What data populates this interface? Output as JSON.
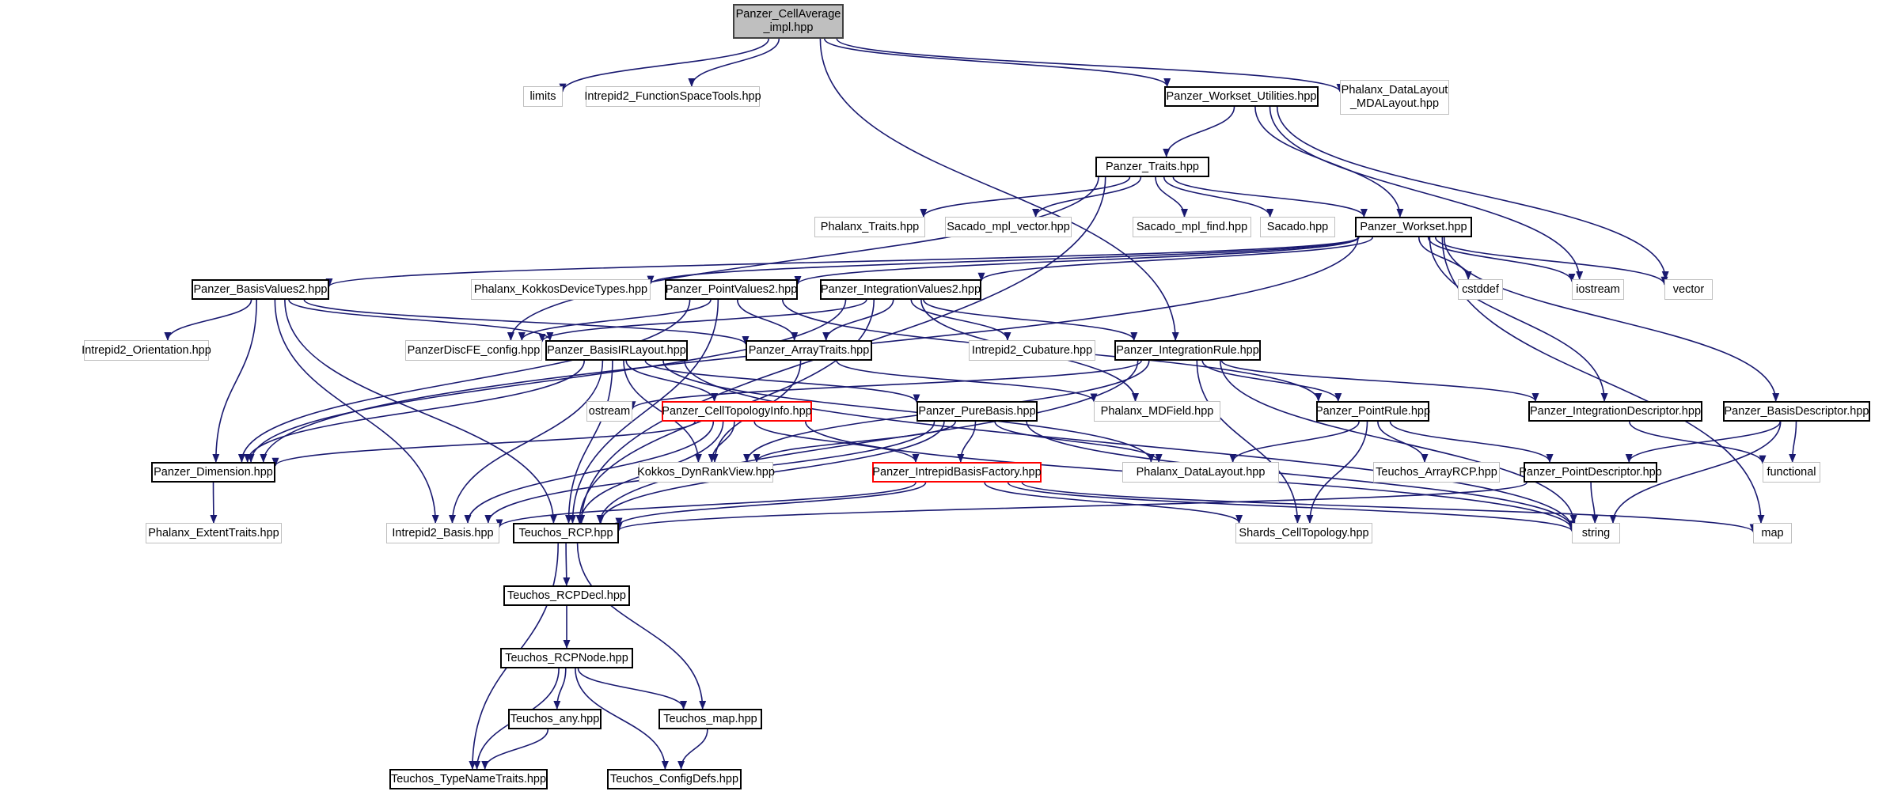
{
  "colors": {
    "edge": "#191970",
    "documented_border": "#000000",
    "undocumented_border": "#bfbfbf",
    "truncated_border": "#ff0000",
    "root_fill": "#bfbfbf"
  },
  "nodes": [
    {
      "id": "root",
      "label": "Panzer_CellAverage\n_impl.hpp",
      "kind": "root"
    },
    {
      "id": "limits",
      "label": "limits",
      "kind": "undocumented"
    },
    {
      "id": "fst",
      "label": "Intrepid2_FunctionSpaceTools.hpp",
      "kind": "undocumented"
    },
    {
      "id": "wsu",
      "label": "Panzer_Workset_Utilities.hpp",
      "kind": "documented"
    },
    {
      "id": "mdalayout",
      "label": "Phalanx_DataLayout\n_MDALayout.hpp",
      "kind": "undocumented"
    },
    {
      "id": "traits",
      "label": "Panzer_Traits.hpp",
      "kind": "documented"
    },
    {
      "id": "phtraits",
      "label": "Phalanx_Traits.hpp",
      "kind": "undocumented"
    },
    {
      "id": "smplvec",
      "label": "Sacado_mpl_vector.hpp",
      "kind": "undocumented"
    },
    {
      "id": "smplfind",
      "label": "Sacado_mpl_find.hpp",
      "kind": "undocumented"
    },
    {
      "id": "sacado",
      "label": "Sacado.hpp",
      "kind": "undocumented"
    },
    {
      "id": "workset",
      "label": "Panzer_Workset.hpp",
      "kind": "documented"
    },
    {
      "id": "kdt",
      "label": "Phalanx_KokkosDeviceTypes.hpp",
      "kind": "undocumented"
    },
    {
      "id": "cstddef",
      "label": "cstddef",
      "kind": "undocumented"
    },
    {
      "id": "iostream",
      "label": "iostream",
      "kind": "undocumented"
    },
    {
      "id": "vector",
      "label": "vector",
      "kind": "undocumented"
    },
    {
      "id": "bv2",
      "label": "Panzer_BasisValues2.hpp",
      "kind": "documented"
    },
    {
      "id": "pv2",
      "label": "Panzer_PointValues2.hpp",
      "kind": "documented"
    },
    {
      "id": "iv2",
      "label": "Panzer_IntegrationValues2.hpp",
      "kind": "documented"
    },
    {
      "id": "orient",
      "label": "Intrepid2_Orientation.hpp",
      "kind": "undocumented"
    },
    {
      "id": "discfe",
      "label": "PanzerDiscFE_config.hpp",
      "kind": "undocumented"
    },
    {
      "id": "birl",
      "label": "Panzer_BasisIRLayout.hpp",
      "kind": "documented"
    },
    {
      "id": "arrtraits",
      "label": "Panzer_ArrayTraits.hpp",
      "kind": "documented"
    },
    {
      "id": "cubature",
      "label": "Intrepid2_Cubature.hpp",
      "kind": "undocumented"
    },
    {
      "id": "intrule",
      "label": "Panzer_IntegrationRule.hpp",
      "kind": "documented"
    },
    {
      "id": "ostream",
      "label": "ostream",
      "kind": "undocumented"
    },
    {
      "id": "cti",
      "label": "Panzer_CellTopologyInfo.hpp",
      "kind": "truncated"
    },
    {
      "id": "purebasis",
      "label": "Panzer_PureBasis.hpp",
      "kind": "documented"
    },
    {
      "id": "mdfield",
      "label": "Phalanx_MDField.hpp",
      "kind": "undocumented"
    },
    {
      "id": "pointrule",
      "label": "Panzer_PointRule.hpp",
      "kind": "documented"
    },
    {
      "id": "intdesc",
      "label": "Panzer_IntegrationDescriptor.hpp",
      "kind": "documented"
    },
    {
      "id": "basisdesc",
      "label": "Panzer_BasisDescriptor.hpp",
      "kind": "documented"
    },
    {
      "id": "dim",
      "label": "Panzer_Dimension.hpp",
      "kind": "documented"
    },
    {
      "id": "dynrank",
      "label": "Kokkos_DynRankView.hpp",
      "kind": "undocumented"
    },
    {
      "id": "ibf",
      "label": "Panzer_IntrepidBasisFactory.hpp",
      "kind": "truncated"
    },
    {
      "id": "dlayout",
      "label": "Phalanx_DataLayout.hpp",
      "kind": "undocumented"
    },
    {
      "id": "arrayrcp",
      "label": "Teuchos_ArrayRCP.hpp",
      "kind": "undocumented"
    },
    {
      "id": "pointdesc",
      "label": "Panzer_PointDescriptor.hpp",
      "kind": "documented"
    },
    {
      "id": "functional",
      "label": "functional",
      "kind": "undocumented"
    },
    {
      "id": "exttraits",
      "label": "Phalanx_ExtentTraits.hpp",
      "kind": "undocumented"
    },
    {
      "id": "ibasis",
      "label": "Intrepid2_Basis.hpp",
      "kind": "undocumented"
    },
    {
      "id": "rcp",
      "label": "Teuchos_RCP.hpp",
      "kind": "documented"
    },
    {
      "id": "shards",
      "label": "Shards_CellTopology.hpp",
      "kind": "undocumented"
    },
    {
      "id": "string",
      "label": "string",
      "kind": "undocumented"
    },
    {
      "id": "map",
      "label": "map",
      "kind": "undocumented"
    },
    {
      "id": "rcpdecl",
      "label": "Teuchos_RCPDecl.hpp",
      "kind": "documented"
    },
    {
      "id": "rcpnode",
      "label": "Teuchos_RCPNode.hpp",
      "kind": "documented"
    },
    {
      "id": "tany",
      "label": "Teuchos_any.hpp",
      "kind": "documented"
    },
    {
      "id": "tmap",
      "label": "Teuchos_map.hpp",
      "kind": "documented"
    },
    {
      "id": "typename",
      "label": "Teuchos_TypeNameTraits.hpp",
      "kind": "documented"
    },
    {
      "id": "configdefs",
      "label": "Teuchos_ConfigDefs.hpp",
      "kind": "documented"
    }
  ],
  "edges": [
    [
      "root",
      "limits"
    ],
    [
      "root",
      "fst"
    ],
    [
      "root",
      "wsu"
    ],
    [
      "root",
      "mdalayout"
    ],
    [
      "root",
      "intrule"
    ],
    [
      "wsu",
      "traits"
    ],
    [
      "wsu",
      "workset"
    ],
    [
      "wsu",
      "iostream"
    ],
    [
      "wsu",
      "vector"
    ],
    [
      "traits",
      "phtraits"
    ],
    [
      "traits",
      "smplvec"
    ],
    [
      "traits",
      "smplfind"
    ],
    [
      "traits",
      "sacado"
    ],
    [
      "traits",
      "workset"
    ],
    [
      "traits",
      "discfe"
    ],
    [
      "traits",
      "rcp"
    ],
    [
      "workset",
      "kdt"
    ],
    [
      "workset",
      "cstddef"
    ],
    [
      "workset",
      "iostream"
    ],
    [
      "workset",
      "vector"
    ],
    [
      "workset",
      "bv2"
    ],
    [
      "workset",
      "pv2"
    ],
    [
      "workset",
      "iv2"
    ],
    [
      "workset",
      "dim"
    ],
    [
      "workset",
      "intdesc"
    ],
    [
      "workset",
      "basisdesc"
    ],
    [
      "workset",
      "map"
    ],
    [
      "bv2",
      "orient"
    ],
    [
      "bv2",
      "birl"
    ],
    [
      "bv2",
      "arrtraits"
    ],
    [
      "bv2",
      "ibasis"
    ],
    [
      "bv2",
      "rcp"
    ],
    [
      "bv2",
      "dim"
    ],
    [
      "pv2",
      "discfe"
    ],
    [
      "pv2",
      "arrtraits"
    ],
    [
      "pv2",
      "pointrule"
    ],
    [
      "pv2",
      "dim"
    ],
    [
      "pv2",
      "rcp"
    ],
    [
      "iv2",
      "discfe"
    ],
    [
      "iv2",
      "arrtraits"
    ],
    [
      "iv2",
      "cubature"
    ],
    [
      "iv2",
      "intrule"
    ],
    [
      "iv2",
      "mdfield"
    ],
    [
      "iv2",
      "rcp"
    ],
    [
      "iv2",
      "dim"
    ],
    [
      "birl",
      "cti"
    ],
    [
      "birl",
      "purebasis"
    ],
    [
      "birl",
      "dlayout"
    ],
    [
      "birl",
      "dim"
    ],
    [
      "birl",
      "rcp"
    ],
    [
      "birl",
      "ibasis"
    ],
    [
      "birl",
      "dynrank"
    ],
    [
      "birl",
      "string"
    ],
    [
      "arrtraits",
      "dynrank"
    ],
    [
      "arrtraits",
      "mdfield"
    ],
    [
      "intrule",
      "pointrule"
    ],
    [
      "intrule",
      "intdesc"
    ],
    [
      "intrule",
      "shards"
    ],
    [
      "intrule",
      "rcp"
    ],
    [
      "intrule",
      "ostream"
    ],
    [
      "intrule",
      "dynrank"
    ],
    [
      "intrule",
      "string"
    ],
    [
      "cti",
      "dim"
    ],
    [
      "cti",
      "dynrank"
    ],
    [
      "cti",
      "ibf"
    ],
    [
      "cti",
      "rcp"
    ],
    [
      "cti",
      "ibasis"
    ],
    [
      "cti",
      "string"
    ],
    [
      "purebasis",
      "ibf"
    ],
    [
      "purebasis",
      "dynrank"
    ],
    [
      "purebasis",
      "rcp"
    ],
    [
      "purebasis",
      "dlayout"
    ],
    [
      "purebasis",
      "ibasis"
    ],
    [
      "purebasis",
      "string"
    ],
    [
      "pointrule",
      "dlayout"
    ],
    [
      "pointrule",
      "shards"
    ],
    [
      "pointrule",
      "arrayrcp"
    ],
    [
      "pointrule",
      "pointdesc"
    ],
    [
      "basisdesc",
      "pointdesc"
    ],
    [
      "basisdesc",
      "functional"
    ],
    [
      "basisdesc",
      "string"
    ],
    [
      "intdesc",
      "functional"
    ],
    [
      "pointdesc",
      "string"
    ],
    [
      "pointdesc",
      "rcp"
    ],
    [
      "dim",
      "exttraits"
    ],
    [
      "ibf",
      "rcp"
    ],
    [
      "ibf",
      "ibasis"
    ],
    [
      "ibf",
      "shards"
    ],
    [
      "ibf",
      "string"
    ],
    [
      "ibf",
      "map"
    ],
    [
      "rcp",
      "rcpdecl"
    ],
    [
      "rcp",
      "tmap"
    ],
    [
      "rcp",
      "typename"
    ],
    [
      "rcpdecl",
      "rcpnode"
    ],
    [
      "rcpnode",
      "tany"
    ],
    [
      "rcpnode",
      "tmap"
    ],
    [
      "rcpnode",
      "typename"
    ],
    [
      "rcpnode",
      "configdefs"
    ],
    [
      "tany",
      "typename"
    ],
    [
      "tmap",
      "configdefs"
    ]
  ]
}
